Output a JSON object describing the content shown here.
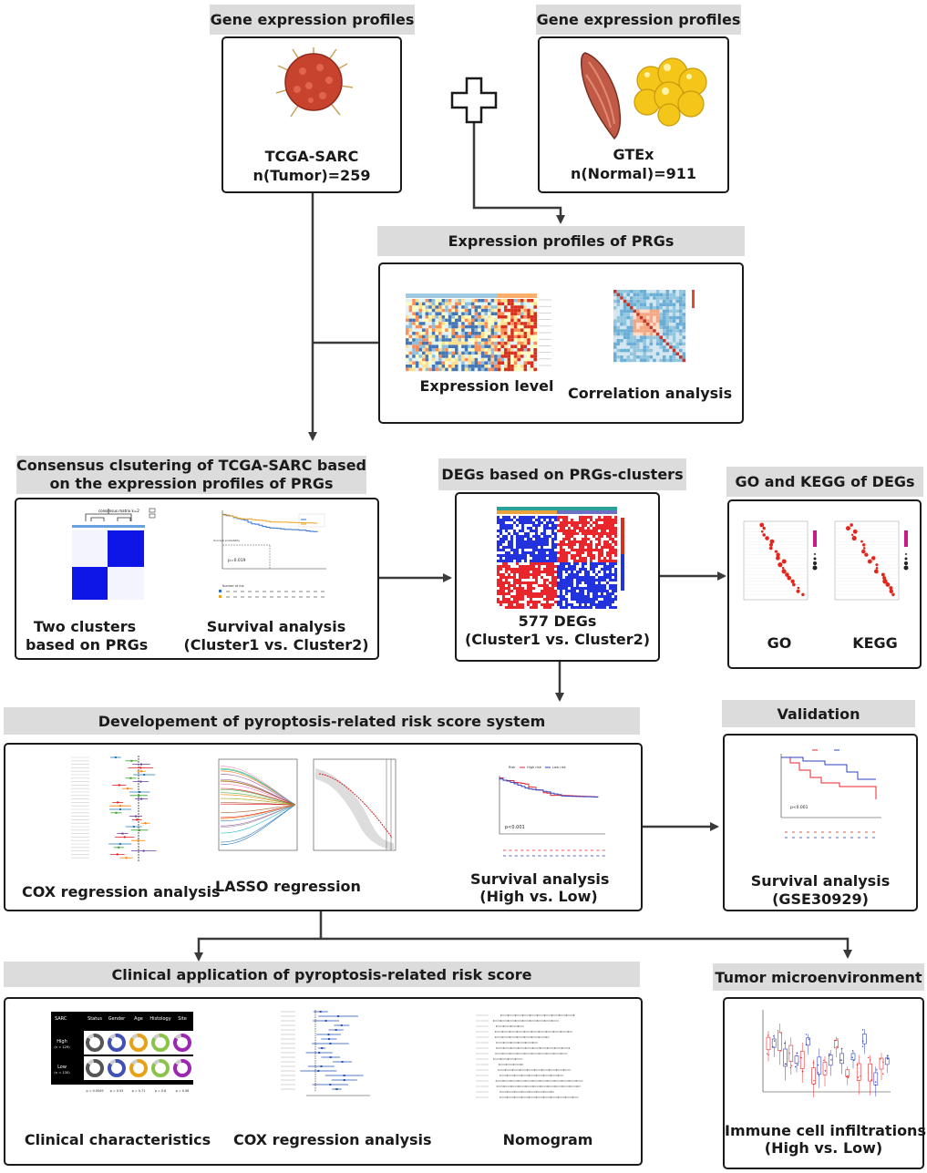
{
  "tcga": {
    "header": "Gene expression profiles",
    "name": "TCGA-SARC",
    "count": "n(Tumor)=259"
  },
  "gtex": {
    "header": "Gene expression profiles",
    "name": "GTEx",
    "count": "n(Normal)=911"
  },
  "prg_profiles": {
    "header": "Expression profiles of PRGs",
    "caption_left": "Expression level",
    "caption_right": "Correlation analysis"
  },
  "consensus": {
    "header_line1": "Consensus clsutering of TCGA-SARC based",
    "header_line2": "on the expression profiles of PRGs",
    "caption_left_line1": "Two clusters",
    "caption_left_line2": "based on PRGs",
    "caption_right_line1": "Survival analysis",
    "caption_right_line2": "(Cluster1 vs. Cluster2)",
    "pvalue": "p=0.019",
    "risk_title": "Number at risk"
  },
  "degs": {
    "header": "DEGs based on PRGs-clusters",
    "caption_line1": "577 DEGs",
    "caption_line2": "(Cluster1 vs. Cluster2)"
  },
  "go_kegg": {
    "header": "GO and KEGG of DEGs",
    "caption_left": "GO",
    "caption_right": "KEGG"
  },
  "risk_system": {
    "header": "Developement of pyroptosis-related risk score system",
    "caption_cox": "COX regression analysis",
    "caption_lasso": "LASSO regression",
    "caption_surv_line1": "Survival analysis",
    "caption_surv_line2": "(High vs. Low)",
    "pvalue": "p<0.001",
    "legend": [
      "Risk",
      "High risk",
      "Low risk"
    ]
  },
  "validation": {
    "header": "Validation",
    "caption_line1": "Survival analysis",
    "caption_line2": "(GSE30929)",
    "pvalue": "p<0.001"
  },
  "clinical": {
    "header": "Clinical application of pyroptosis-related risk score",
    "caption_left": "Clinical characteristics",
    "caption_mid": "COX regression analysis",
    "caption_right": "Nomogram",
    "table_cols": [
      "SARC",
      "Status",
      "Gender",
      "Age",
      "Histology",
      "Site"
    ],
    "row_high": "High",
    "row_high_n": "(n = 129)",
    "row_low": "Low",
    "row_low_n": "(n = 130)",
    "pvals": [
      "p = 0.0049",
      "p = 0.53",
      "p = 0.71",
      "p = 0.6",
      "p = 0.08"
    ]
  },
  "tme": {
    "header": "Tumor microenvironment",
    "caption_line1": "Immune cell infiltrations",
    "caption_line2": "(High vs. Low)"
  },
  "colors": {
    "arrow": "#3a3a3a",
    "header_bg": "#dcdcdc",
    "high_risk": "#e8262b",
    "low_risk": "#2c3fbf",
    "cluster1": "#2e6fcf",
    "cluster2": "#f0a21c",
    "heat_blue": "#2233dd"
  }
}
